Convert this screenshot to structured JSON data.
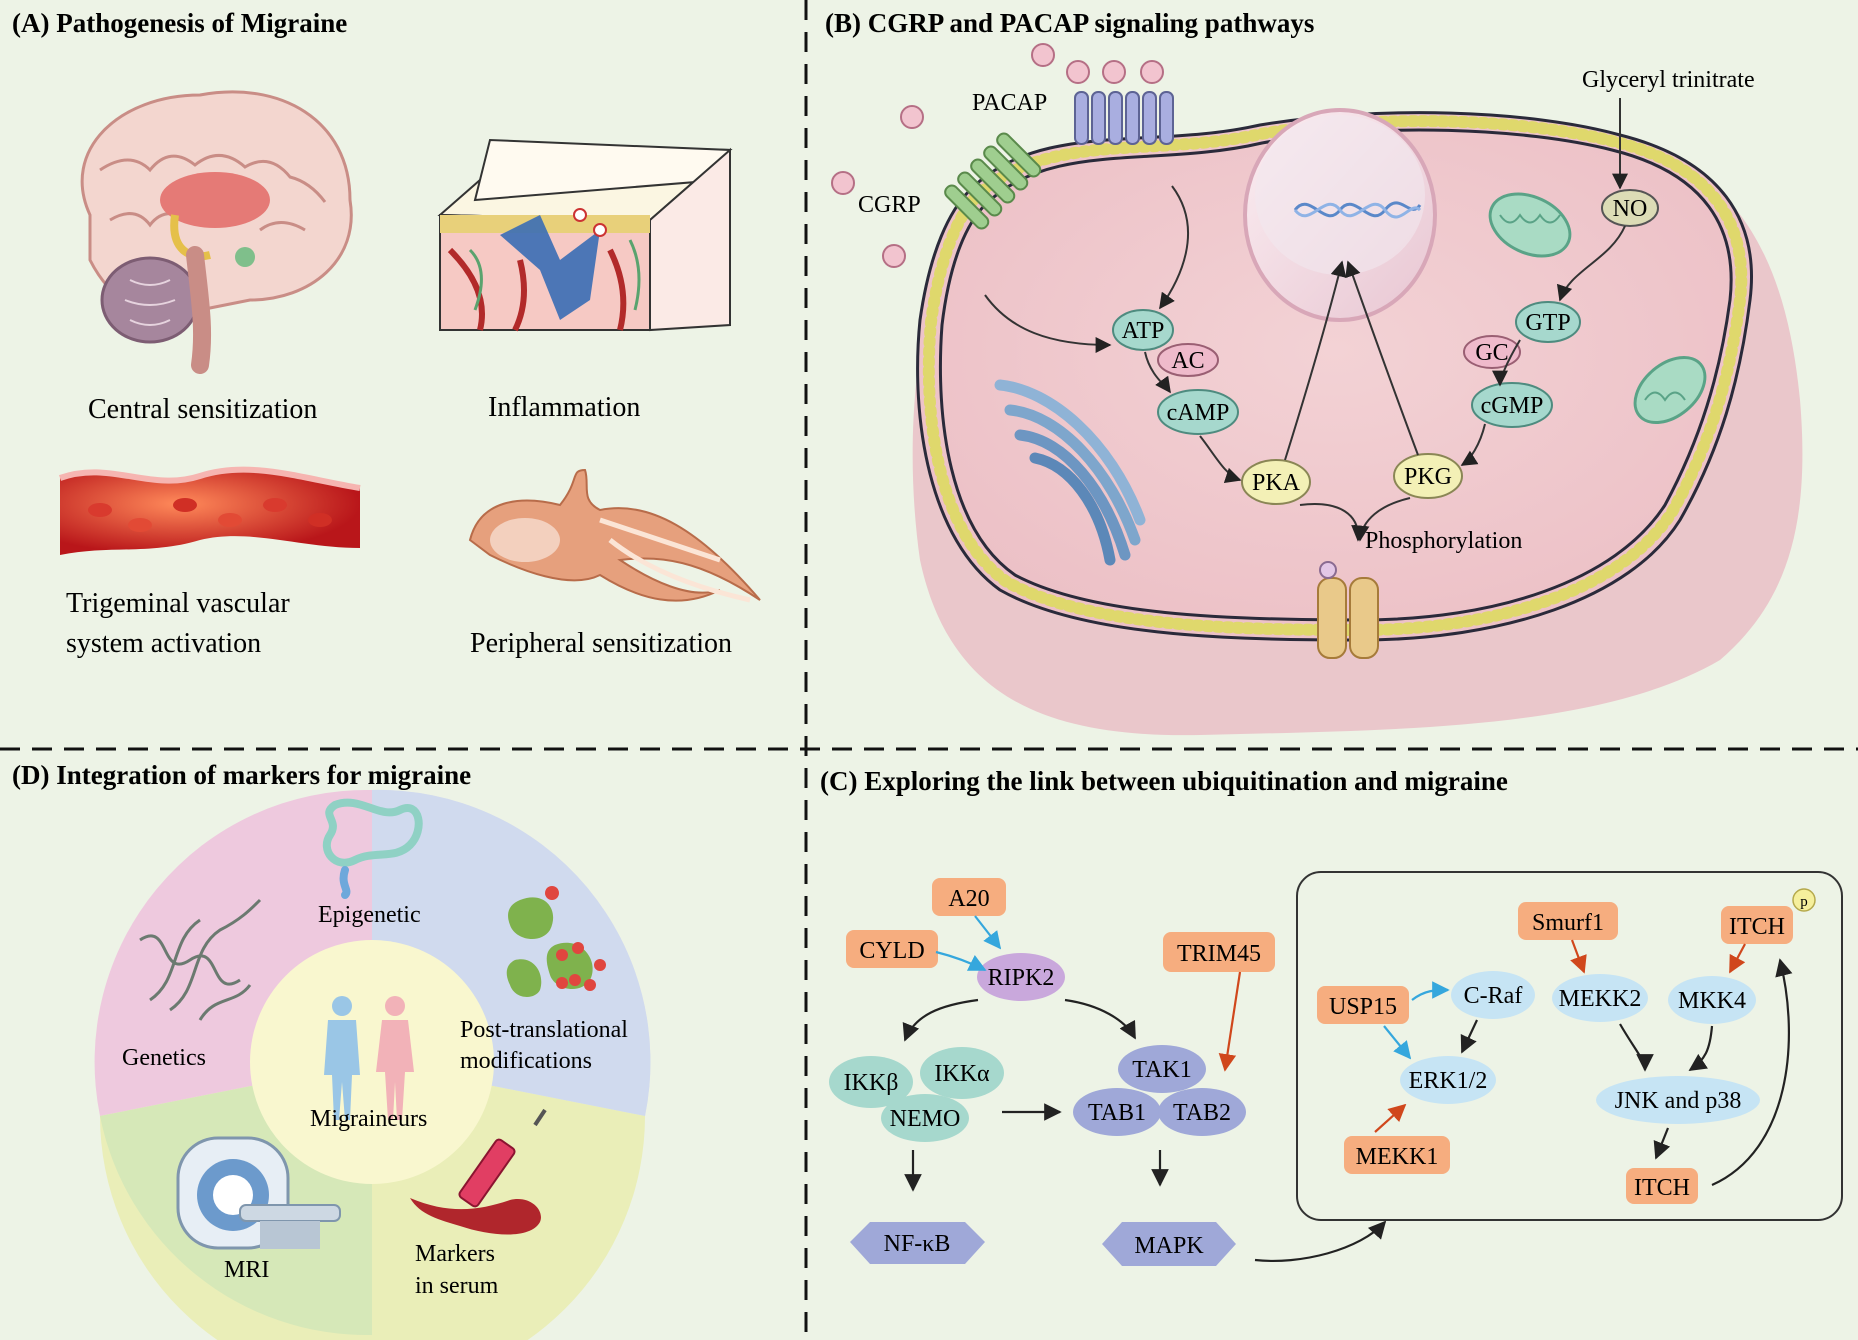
{
  "panels": {
    "A": {
      "title": "(A) Pathogenesis of Migraine",
      "items": [
        "Central sensitization",
        "Inflammation",
        "Trigeminal vascular",
        "system activation",
        "Peripheral sensitization"
      ]
    },
    "B": {
      "title": "(B) CGRP and PACAP signaling pathways",
      "labels": {
        "pacap": "PACAP",
        "cgrp": "CGRP",
        "gtn": "Glyceryl trinitrate",
        "no": "NO",
        "atp": "ATP",
        "ac": "AC",
        "camp": "cAMP",
        "pka": "PKA",
        "gtp": "GTP",
        "gc": "GC",
        "cgmp": "cGMP",
        "pkg": "PKG",
        "phos": "Phosphorylation"
      }
    },
    "C": {
      "title": "(C) Exploring the link between ubiquitination and migraine",
      "labels": {
        "a20": "A20",
        "cyld": "CYLD",
        "ripk2": "RIPK2",
        "trim45": "TRIM45",
        "ikkb": "IKKβ",
        "ikka": "IKKα",
        "nemo": "NEMO",
        "tak1": "TAK1",
        "tab1": "TAB1",
        "tab2": "TAB2",
        "nfkb": "NF-κB",
        "mapk": "MAPK",
        "smurf1": "Smurf1",
        "itch_top": "ITCH",
        "p": "p",
        "usp15": "USP15",
        "craf": "C-Raf",
        "mekk2": "MEKK2",
        "mkk4": "MKK4",
        "erk": "ERK1/2",
        "jnk": "JNK and p38",
        "mekk1": "MEKK1",
        "itch_bottom": "ITCH"
      }
    },
    "D": {
      "title": "(D) Integration of markers for migraine",
      "labels": {
        "epigenetic": "Epigenetic",
        "genetics": "Genetics",
        "ptm1": "Post-translational",
        "ptm2": "modifications",
        "migraineurs": "Migraineurs",
        "mri": "MRI",
        "serum1": "Markers",
        "serum2": "in serum"
      }
    }
  },
  "colors": {
    "background": "#edf3e6",
    "orange_box": "#f6ad7f",
    "blue_ellipse": "#c6e4f4",
    "teal_ellipse": "#a6d8cd",
    "purple_ellipse": "#9fa8d8",
    "ripk2": "#c9a8dc",
    "cell": "#f6d4d4",
    "membrane": "#e6e27c"
  },
  "icons": [
    "brain-illustration",
    "meninges-illustration",
    "blood-vessel-illustration",
    "neuron-illustration",
    "golgi-illustration",
    "nucleus-illustration",
    "mitochondria-illustration",
    "ion-channel-illustration",
    "receptor-illustration",
    "human-silhouettes",
    "mri-scanner-illustration",
    "syringe-illustration",
    "dna-illustration",
    "protein-illustration"
  ]
}
